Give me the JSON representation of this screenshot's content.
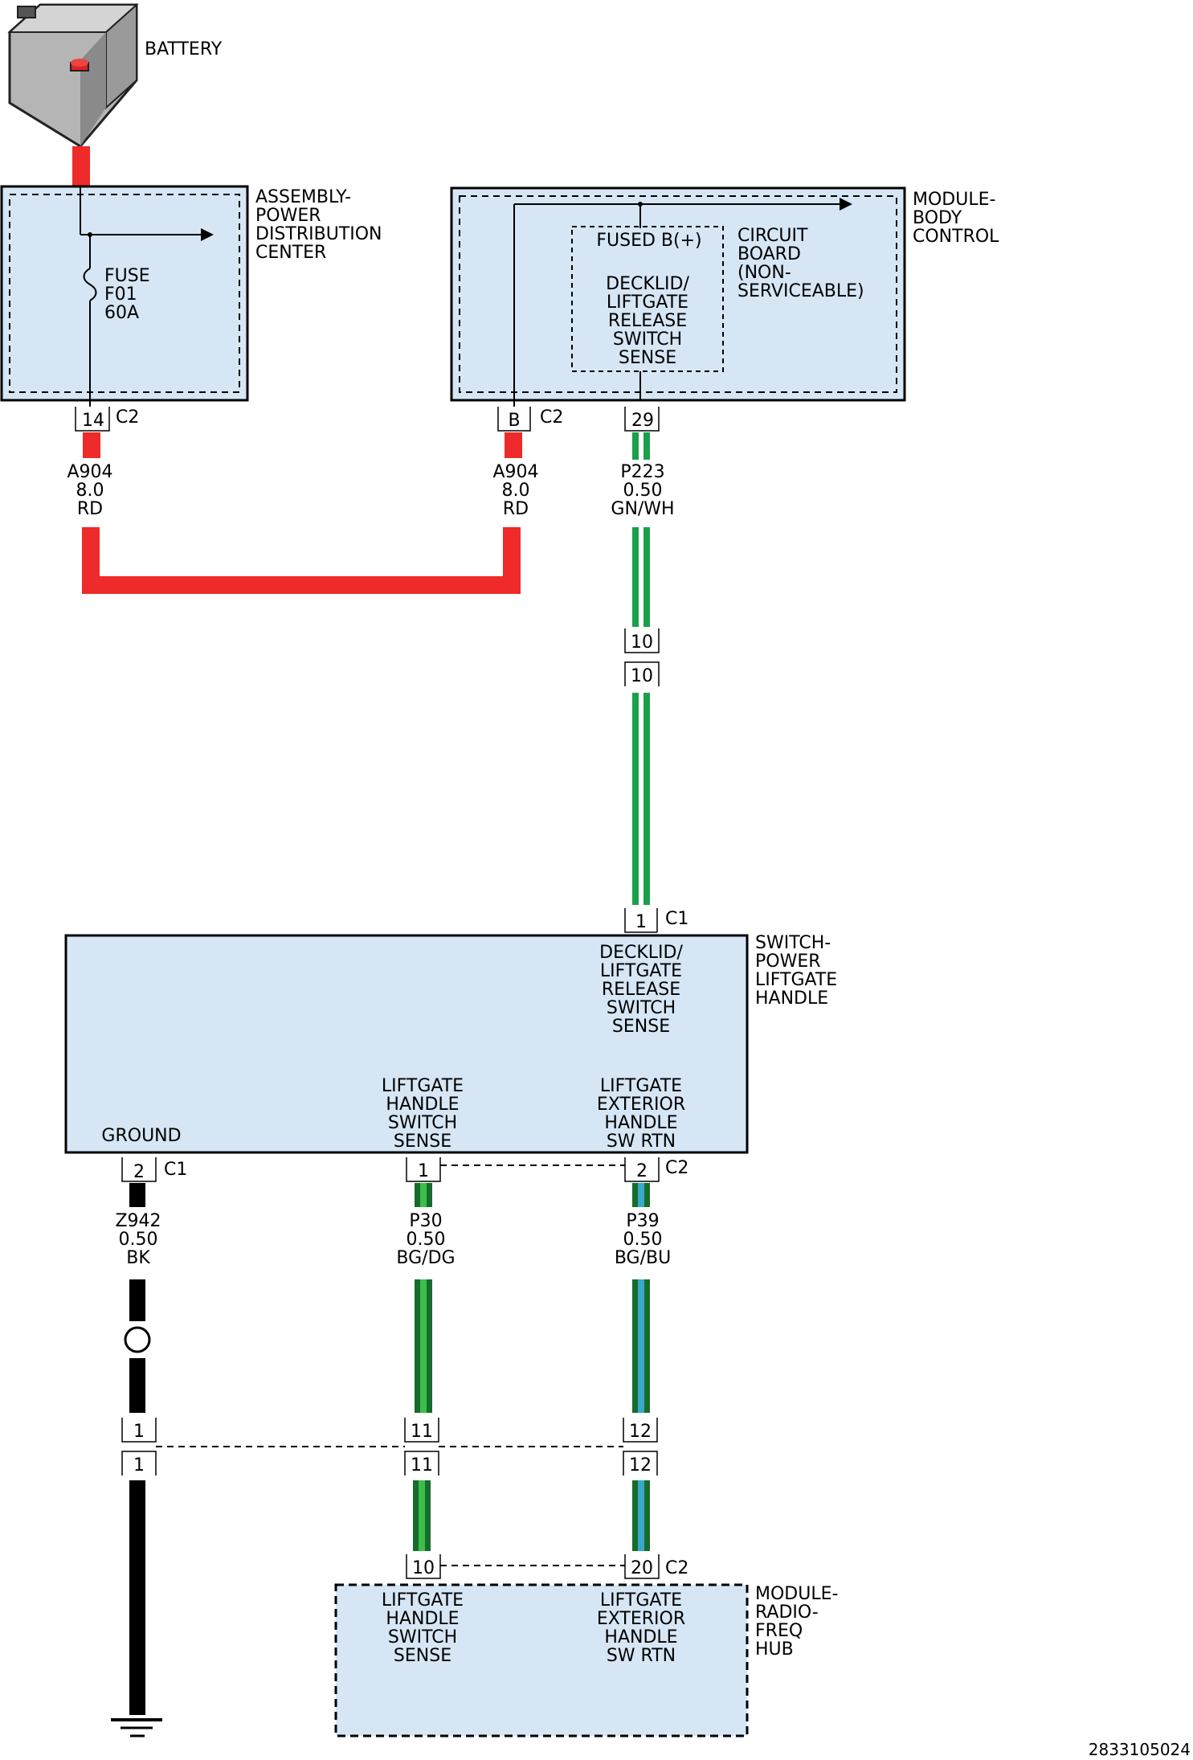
{
  "battery": {
    "label": "BATTERY"
  },
  "pdc": {
    "label": [
      "ASSEMBLY-",
      "POWER",
      "DISTRIBUTION",
      "CENTER"
    ],
    "fuse": [
      "FUSE",
      "F01",
      "60A"
    ],
    "pin": "14",
    "connector": "C2"
  },
  "bcm": {
    "label": [
      "MODULE-",
      "BODY",
      "CONTROL"
    ],
    "inner_top": "FUSED B(+)",
    "inner_lines": [
      "DECKLID/",
      "LIFTGATE",
      "RELEASE",
      "SWITCH",
      "SENSE"
    ],
    "circuit_board": [
      "CIRCUIT",
      "BOARD",
      "(NON-",
      "SERVICEABLE)"
    ],
    "pin_b": "B",
    "connector_b": "C2",
    "pin_29": "29"
  },
  "wires": {
    "a904_left": [
      "A904",
      "8.0",
      "RD"
    ],
    "a904_right": [
      "A904",
      "8.0",
      "RD"
    ],
    "p223": [
      "P223",
      "0.50",
      "GN/WH"
    ],
    "z942": [
      "Z942",
      "0.50",
      "BK"
    ],
    "p30": [
      "P30",
      "0.50",
      "BG/DG"
    ],
    "p39": [
      "P39",
      "0.50",
      "BG/BU"
    ]
  },
  "inline": {
    "p223_top": "10",
    "p223_bottom": "10"
  },
  "switch": {
    "label": [
      "SWITCH-",
      "POWER",
      "LIFTGATE",
      "HANDLE"
    ],
    "top_sense": [
      "DECKLID/",
      "LIFTGATE",
      "RELEASE",
      "SWITCH",
      "SENSE"
    ],
    "ground": "GROUND",
    "handle_sense": [
      "LIFTGATE",
      "HANDLE",
      "SWITCH",
      "SENSE"
    ],
    "exterior_rtn": [
      "LIFTGATE",
      "EXTERIOR",
      "HANDLE",
      "SW RTN"
    ],
    "pin_c1_top": "1",
    "connector_c1_top": "C1",
    "pin_ground": "2",
    "connector_ground": "C1",
    "pin_sense": "1",
    "pin_rtn": "2",
    "connector_c2": "C2"
  },
  "inline_lower": {
    "gnd_top": "1",
    "gnd_bottom": "1",
    "sense_top": "11",
    "sense_bottom": "11",
    "rtn_top": "12",
    "rtn_bottom": "12"
  },
  "rf_hub": {
    "label": [
      "MODULE-",
      "RADIO-",
      "FREQ",
      "HUB"
    ],
    "sense": [
      "LIFTGATE",
      "HANDLE",
      "SWITCH",
      "SENSE"
    ],
    "rtn": [
      "LIFTGATE",
      "EXTERIOR",
      "HANDLE",
      "SW RTN"
    ],
    "pin_sense": "10",
    "pin_rtn": "20",
    "connector": "C2"
  },
  "figure_id": "2833105024",
  "colors": {
    "red": "#ee2a2a",
    "green": "#1aa04a",
    "dark_green": "#176b2c",
    "light_green": "#3cbf4a",
    "blue": "#3aa8c8",
    "box_fill": "#d6e6f5"
  }
}
